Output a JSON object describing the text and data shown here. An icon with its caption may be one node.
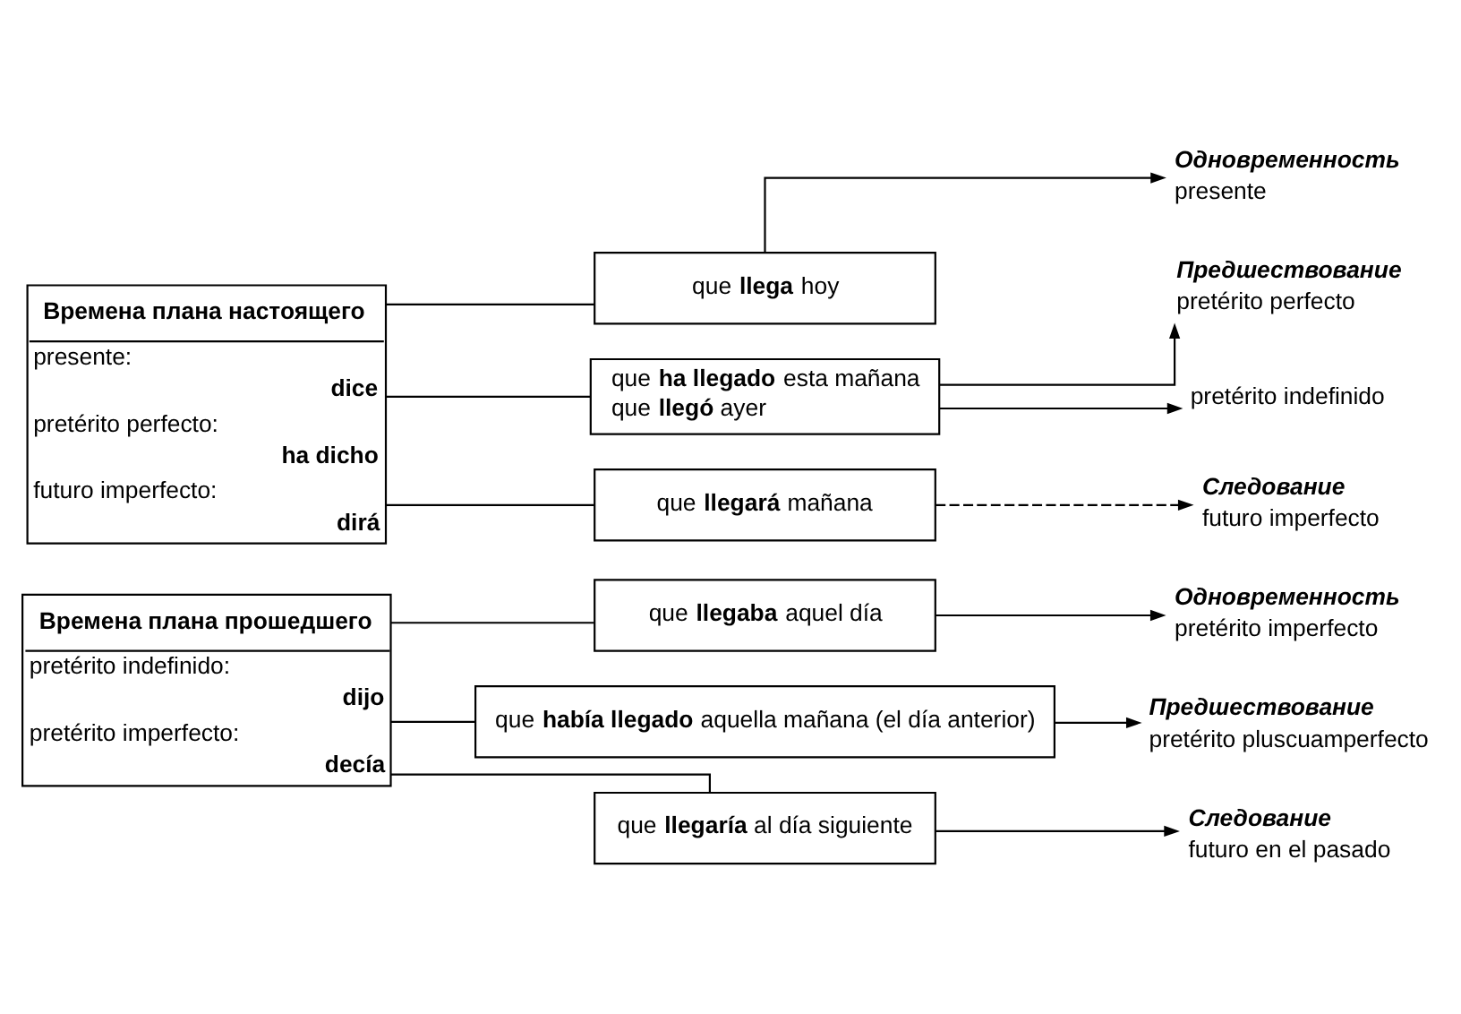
{
  "diagram": {
    "nodes": [
      {
        "text": [
          "Времена плана настоящего",
          "presente: **dice**",
          "pretérito perfecto: **ha dicho**",
          "futuro imperfecto: **dirá**"
        ]
      },
      {
        "text": [
          "que **llega** hoy"
        ]
      },
      {
        "text": [
          "que **ha llegado** esta mañana",
          "que **llegó** ayer"
        ]
      },
      {
        "text": [
          "que **llegará** mañana"
        ]
      },
      {
        "text": [
          "presente"
        ],
        "beside": [
          "Одновременность"
        ]
      },
      {
        "text": [
          "pretérito perfecto"
        ],
        "beside": [
          "Предшествование"
        ]
      },
      {
        "text": [
          "pretérito indefinido"
        ]
      },
      {
        "text": [
          "futuro imperfecto"
        ],
        "beside": [
          "Следование"
        ]
      },
      {
        "text": [
          "Времена плана прошедшего",
          "pretérito indefinido: **dijo**",
          "pretérito imperfecto: **decía**"
        ]
      },
      {
        "text": [
          "que **llegaba** aquel día"
        ]
      },
      {
        "text": [
          "que **había llegado** aquella mañana (el día anterior)"
        ]
      },
      {
        "text": [
          "que **llegaría** al día siguiente"
        ]
      },
      {
        "text": [
          "pretérito imperfecto"
        ],
        "beside": [
          "Одновременность"
        ]
      },
      {
        "text": [
          "pretérito pluscuamperfecto"
        ],
        "beside": [
          "Предшествование"
        ]
      },
      {
        "text": [
          "futuro en el pasado"
        ],
        "beside": [
          "Следование"
        ]
      }
    ],
    "edges": [
      {
        "from": 0,
        "to": 1,
        "arrow": "none"
      },
      {
        "from": 0,
        "to": 2,
        "arrow": "none"
      },
      {
        "from": 0,
        "to": 3,
        "arrow": "none"
      },
      {
        "from": 1,
        "to": 4,
        "arrow": "to"
      },
      {
        "from": 2,
        "to": 5,
        "arrow": "to"
      },
      {
        "from": 2,
        "to": 6,
        "arrow": "to"
      },
      {
        "from": 3,
        "to": 7,
        "arrow": "to",
        "style": "dashed"
      },
      {
        "from": 8,
        "to": 9,
        "arrow": "none"
      },
      {
        "from": 8,
        "to": 10,
        "arrow": "none"
      },
      {
        "from": 8,
        "to": 11,
        "arrow": "none"
      },
      {
        "from": 9,
        "to": 12,
        "arrow": "to"
      },
      {
        "from": 10,
        "to": 13,
        "arrow": "to"
      },
      {
        "from": 11,
        "to": 14,
        "arrow": "to"
      }
    ]
  }
}
